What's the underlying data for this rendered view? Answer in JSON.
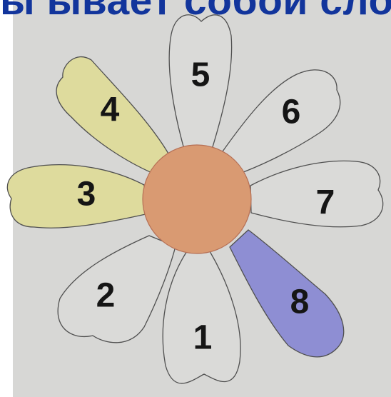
{
  "heading": {
    "text": "ы ывает собой сложн"
  },
  "flower": {
    "colors": {
      "background": "#d7d7d5",
      "center": "#d99a72",
      "outline": "#4f4f4f",
      "yellow_petal": "#dedb9d",
      "purple_petal": "#8e8ed3",
      "plain_petal": "#dadad8"
    },
    "petals": [
      {
        "number": "1",
        "color_key": "plain_petal"
      },
      {
        "number": "2",
        "color_key": "plain_petal"
      },
      {
        "number": "3",
        "color_key": "yellow_petal"
      },
      {
        "number": "4",
        "color_key": "yellow_petal"
      },
      {
        "number": "5",
        "color_key": "plain_petal"
      },
      {
        "number": "6",
        "color_key": "plain_petal"
      },
      {
        "number": "7",
        "color_key": "plain_petal"
      },
      {
        "number": "8",
        "color_key": "purple_petal"
      }
    ]
  }
}
